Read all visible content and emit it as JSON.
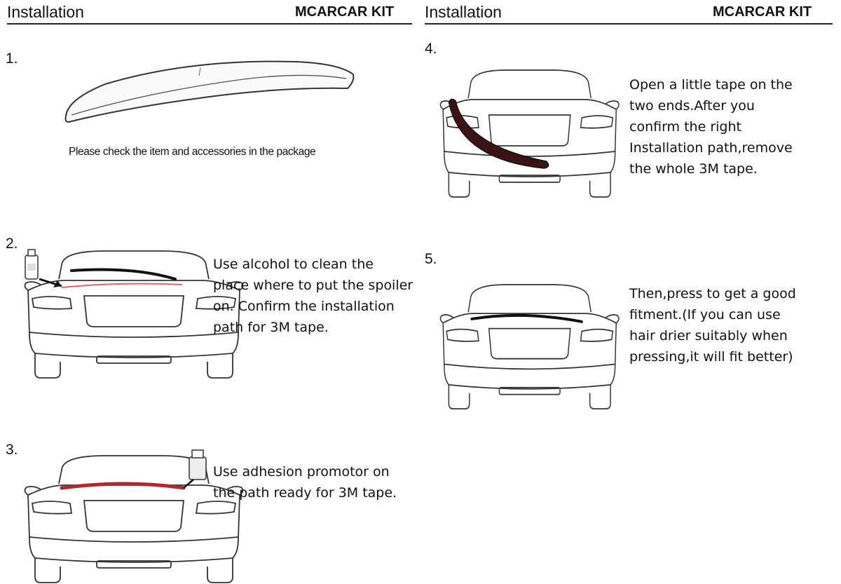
{
  "header": {
    "left": {
      "title": "Installation",
      "kit": "MCARCAR KIT"
    },
    "right": {
      "title": "Installation",
      "kit": "MCARCAR KIT"
    }
  },
  "steps": [
    {
      "number": "1.",
      "caption": "Please check  the item and accessories in the package"
    },
    {
      "number": "2.",
      "lines": [
        "Use alcohol to clean the",
        "place where to put the spoiler",
        "on. Confirm the installation",
        "path for 3M tape."
      ]
    },
    {
      "number": "3.",
      "lines": [
        "Use adhesion promotor on",
        "the path ready for 3M tape."
      ]
    },
    {
      "number": "4.",
      "lines": [
        "Open a little tape on the",
        "two ends.After you",
        "confirm the right",
        "Installation path,remove",
        "the whole 3M tape."
      ]
    },
    {
      "number": "5.",
      "lines": [
        "Then,press to get a good",
        "fitment.(If you can use",
        "hair drier suitably when",
        "pressing,it will fit better)"
      ]
    }
  ],
  "colors": {
    "tape_red": "#b3262b",
    "spoiler_dark": "#1a1a1a",
    "outline": "#333333"
  }
}
